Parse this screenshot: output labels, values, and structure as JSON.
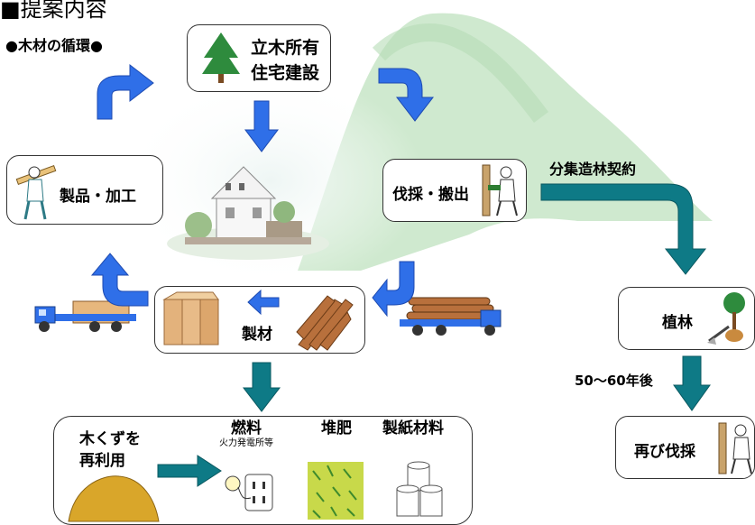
{
  "header": {
    "title": "■提案内容",
    "subtitle": "●木材の循環●"
  },
  "nodes": {
    "standing_trees": {
      "line1": "立木所有",
      "line2": "住宅建設"
    },
    "felling": {
      "label": "伐採・搬出"
    },
    "products": {
      "label": "製品・加工"
    },
    "lumber": {
      "label": "製材"
    },
    "planting": {
      "label": "植林"
    },
    "refelling": {
      "label": "再び伐採"
    },
    "reuse": {
      "heading_line1": "木くずを",
      "heading_line2": "再利用",
      "items": [
        {
          "label": "燃料",
          "sublabel": "火力発電所等",
          "icon": "power-outlet-bulb-icon"
        },
        {
          "label": "堆肥",
          "icon": "compost-leaves-icon"
        },
        {
          "label": "製紙材料",
          "icon": "paper-rolls-icon"
        }
      ]
    }
  },
  "flow_labels": {
    "contract": "分集造林契約",
    "years_later": "50～60年後"
  },
  "colors": {
    "blue_arrow": "#2f6fe8",
    "teal_arrow": "#0e7a86",
    "mountain": "#c9e7c9",
    "wood_light": "#e3b27c",
    "wood_dark": "#b8703c",
    "sawdust": "#d9a62a"
  }
}
